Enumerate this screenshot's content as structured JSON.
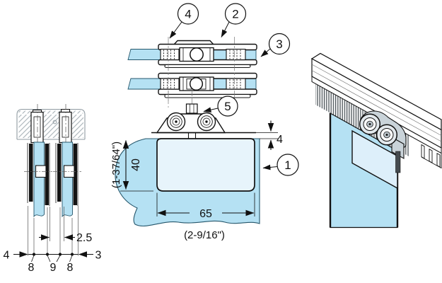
{
  "drawing": {
    "type": "technical-diagram",
    "subject": "Sliding glass door top-roller clamp fitting - plan, section, elevation and isometric views",
    "colors": {
      "glass": "#b5e1f3",
      "glass_light": "#d9eefa",
      "clamp_plate": "#e7f4fb",
      "metal": "#c9d3d9",
      "line": "#111111",
      "gray": "#8f9aa1"
    },
    "callouts": [
      {
        "label": "1"
      },
      {
        "label": "2"
      },
      {
        "label": "3"
      },
      {
        "label": "4"
      },
      {
        "label": "5"
      }
    ],
    "dimensions": {
      "reveal_top": "4",
      "clamp_height": "40",
      "clamp_height_inch": "(1-37/64\")",
      "clamp_width": "65",
      "clamp_width_inch": "(2-9/16\")",
      "panel_gap": "2.5",
      "edge_left": "4",
      "edge_right": "3",
      "glass_left": "8",
      "center_gap": "9",
      "glass_right": "8"
    }
  }
}
